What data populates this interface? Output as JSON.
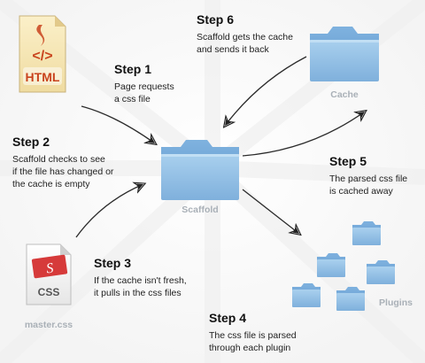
{
  "colors": {
    "arrow": "#2b2b2b",
    "folder_front": "#8fbde3",
    "folder_back": "#6ea5d6",
    "html_icon_bg": "#f3e3b3",
    "html_icon_accent": "#c9431d",
    "css_icon_badge": "#d63a3a",
    "label_grey": "#a9b0b7"
  },
  "nodes": {
    "html_badge": "HTML",
    "html_symbol": "</>",
    "css_badge": "CSS",
    "css_symbol": "S",
    "master_css_label": "master.css",
    "scaffold_label": "Scaffold",
    "cache_label": "Cache",
    "plugins_label": "Plugins"
  },
  "steps": [
    {
      "title": "Step 1",
      "lines": [
        "Page requests",
        "a css file"
      ]
    },
    {
      "title": "Step 2",
      "lines": [
        "Scaffold checks to see",
        "if the file has changed or",
        "the cache is empty"
      ]
    },
    {
      "title": "Step 3",
      "lines": [
        "If the cache isn't fresh,",
        "it pulls in the css files"
      ]
    },
    {
      "title": "Step 4",
      "lines": [
        "The css file is parsed",
        "through each plugin"
      ]
    },
    {
      "title": "Step 5",
      "lines": [
        "The parsed css file",
        "is cached away"
      ]
    },
    {
      "title": "Step 6",
      "lines": [
        "Scaffold gets the cache",
        "and sends it back"
      ]
    }
  ]
}
